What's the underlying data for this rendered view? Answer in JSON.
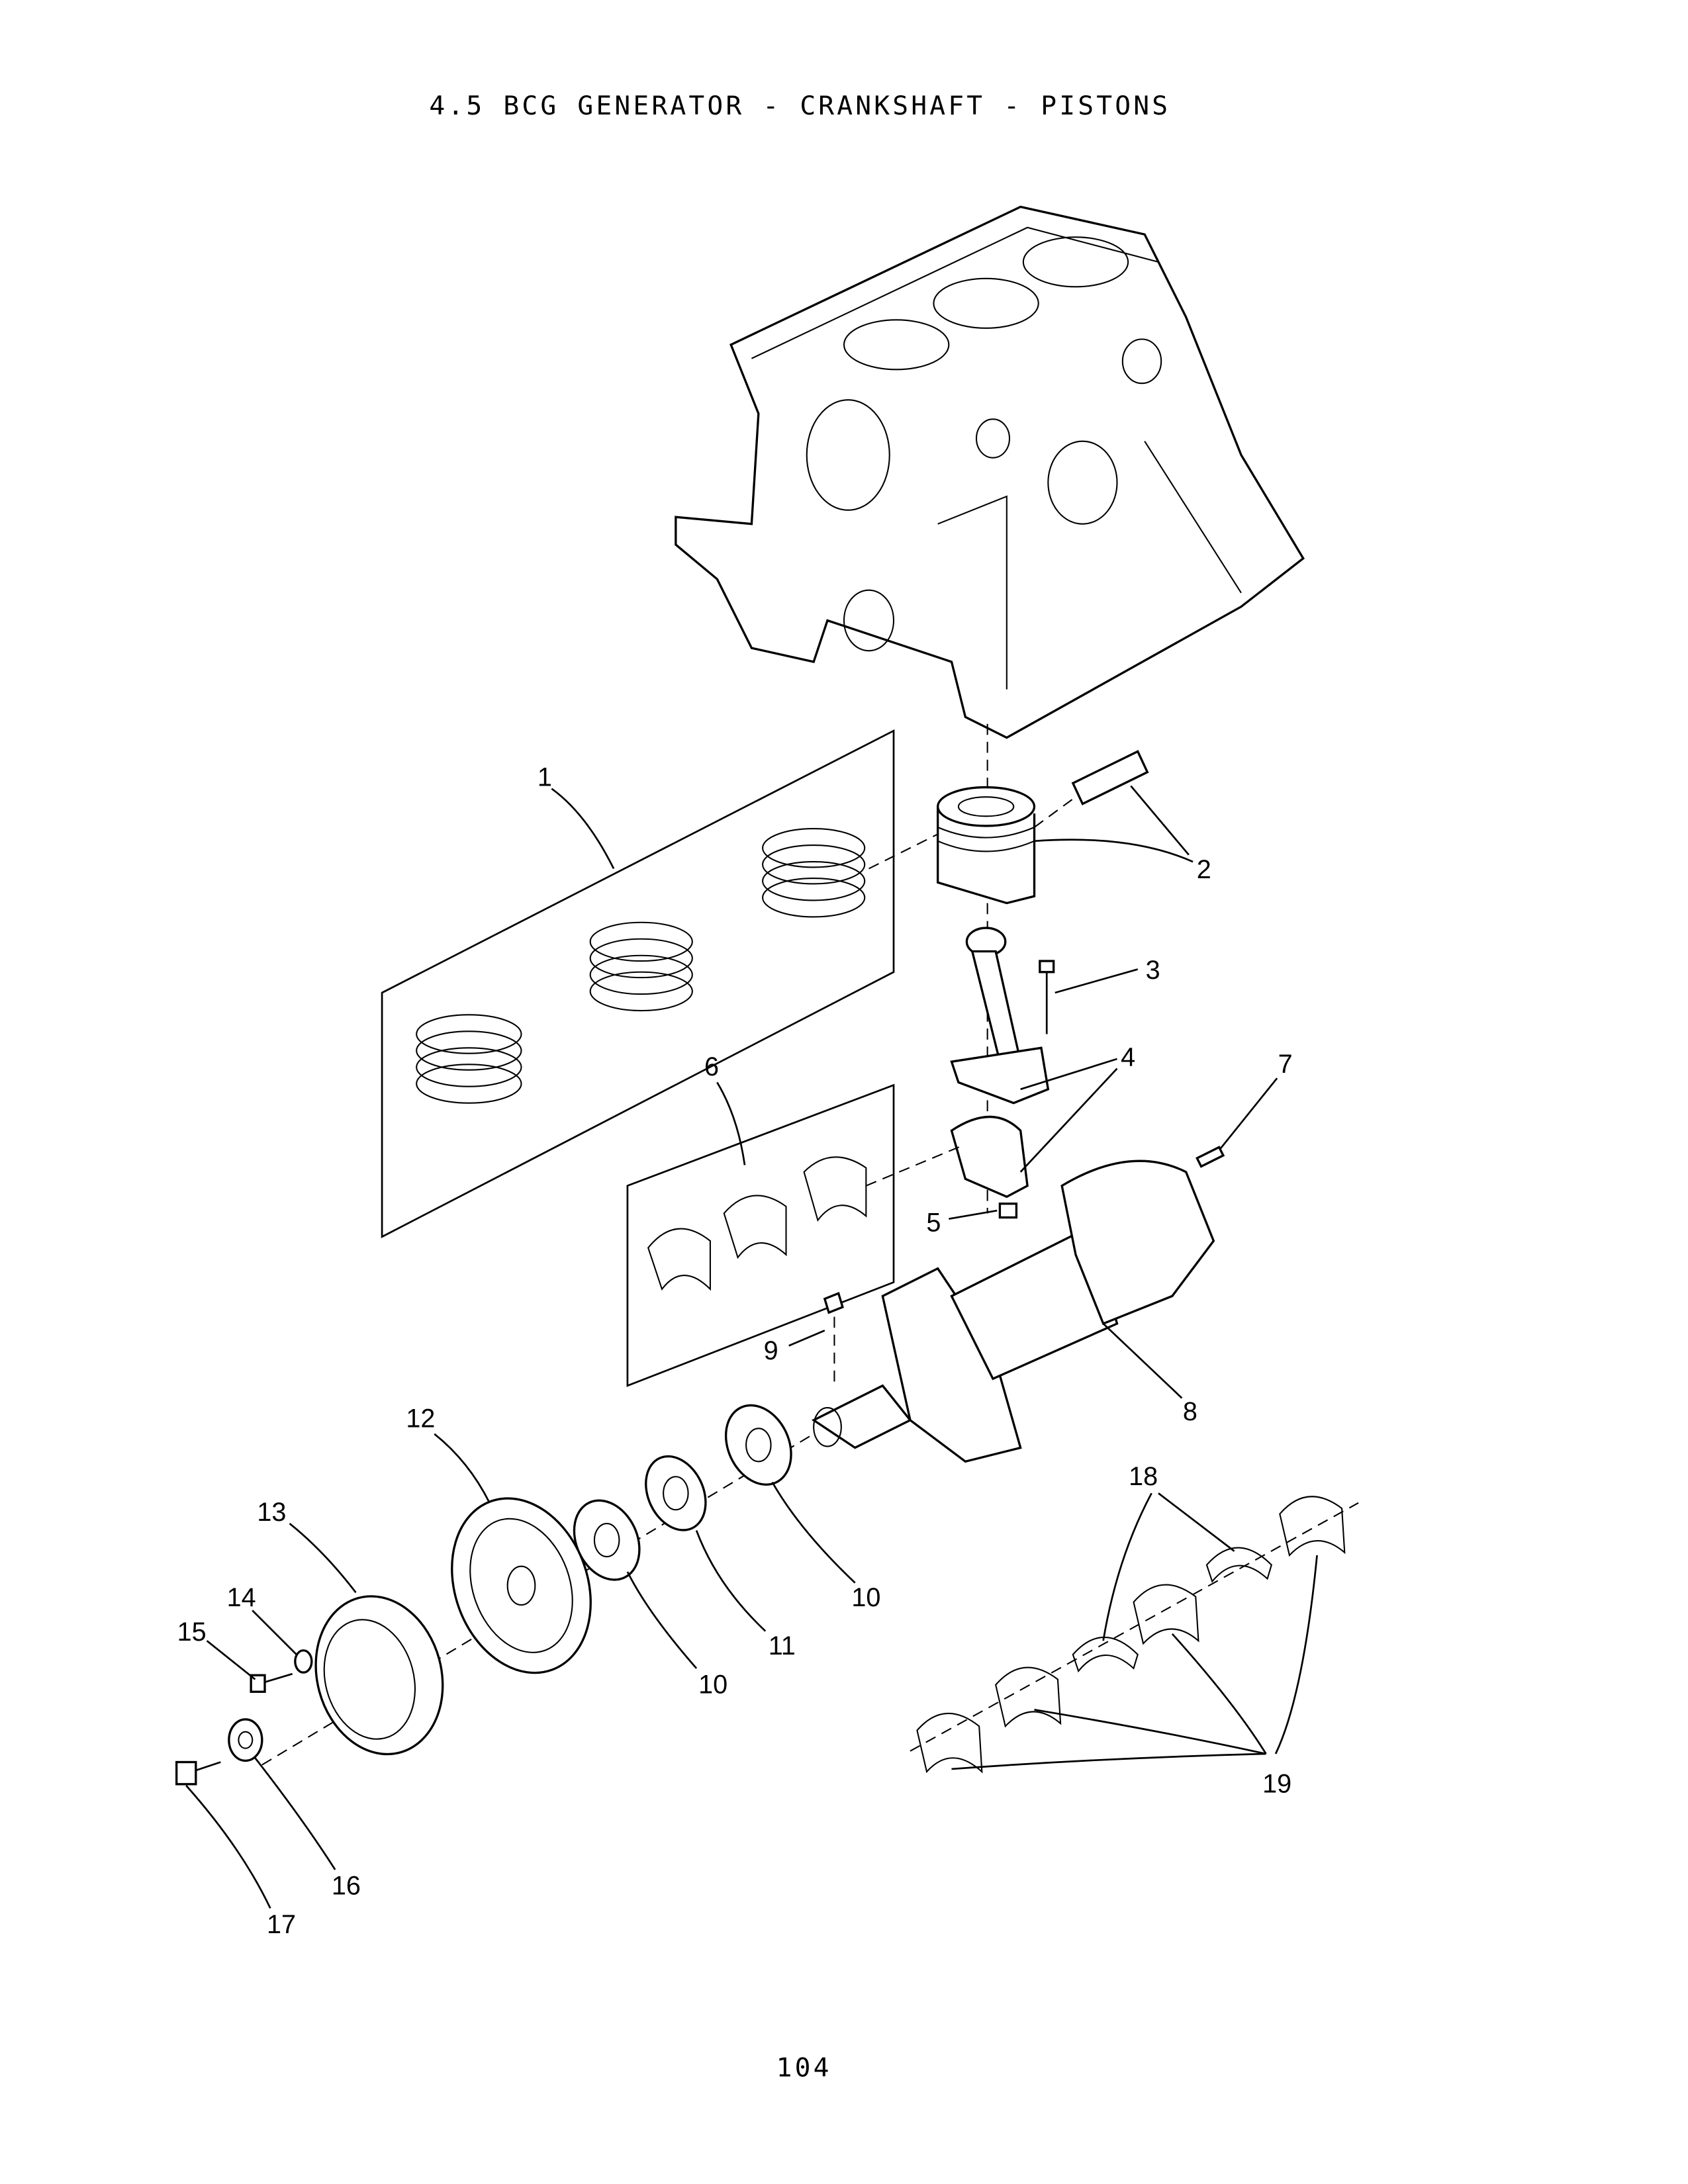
{
  "title": "4.5 BCG GENERATOR - CRANKSHAFT - PISTONS",
  "page_number": "104",
  "callouts": {
    "c1": "1",
    "c2": "2",
    "c3": "3",
    "c4": "4",
    "c5": "5",
    "c6": "6",
    "c7": "7",
    "c8": "8",
    "c9": "9",
    "c10a": "10",
    "c10b": "10",
    "c11": "11",
    "c12": "12",
    "c13": "13",
    "c14": "14",
    "c15": "15",
    "c16": "16",
    "c17": "17",
    "c18": "18",
    "c19": "19"
  }
}
